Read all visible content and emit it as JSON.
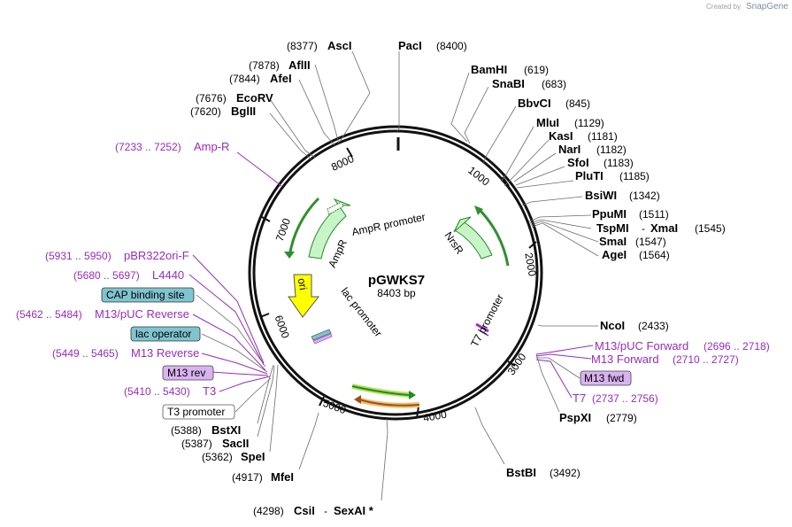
{
  "watermark": {
    "created_by": "Created by",
    "brand": "SnapGene"
  },
  "plasmid": {
    "name": "pGWKS7",
    "size_label": "8403 bp",
    "total_bp": 8403
  },
  "ticks": [
    "1000",
    "2000",
    "3000",
    "4000",
    "5000",
    "6000",
    "7000",
    "8000"
  ],
  "enzymes": {
    "asci": {
      "pos": "(8377)",
      "name": "AscI"
    },
    "paci": {
      "name": "PacI",
      "pos": "(8400)"
    },
    "bamhi": {
      "name": "BamHI",
      "pos": "(619)"
    },
    "snabi": {
      "name": "SnaBI",
      "pos": "(683)"
    },
    "bbvci": {
      "name": "BbvCI",
      "pos": "(845)"
    },
    "mlui": {
      "name": "MluI",
      "pos": "(1129)"
    },
    "kasi": {
      "name": "KasI",
      "pos": "(1181)"
    },
    "nari": {
      "name": "NarI",
      "pos": "(1182)"
    },
    "sfoi": {
      "name": "SfoI",
      "pos": "(1183)"
    },
    "pluti": {
      "name": "PluTI",
      "pos": "(1185)"
    },
    "bsiwi": {
      "name": "BsiWI",
      "pos": "(1342)"
    },
    "ppumi": {
      "name": "PpuMI",
      "pos": "(1511)"
    },
    "tspmi": {
      "name": "TspMI",
      "sep": "-",
      "name2": "XmaI",
      "pos": "(1545)"
    },
    "smai": {
      "name": "SmaI",
      "pos": "(1547)"
    },
    "agei": {
      "name": "AgeI",
      "pos": "(1564)"
    },
    "ncoi": {
      "name": "NcoI",
      "pos": "(2433)"
    },
    "pspxi": {
      "name": "PspXI",
      "pos": "(2779)"
    },
    "bstbi": {
      "name": "BstBI",
      "pos": "(3492)"
    },
    "csii": {
      "pos": "(4298)",
      "name": "CsiI",
      "sep": "-",
      "name2": "SexAI *"
    },
    "mfei": {
      "pos": "(4917)",
      "name": "MfeI"
    },
    "spei": {
      "pos": "(5362)",
      "name": "SpeI"
    },
    "sacii": {
      "pos": "(5387)",
      "name": "SacII"
    },
    "bstxi": {
      "pos": "(5388)",
      "name": "BstXI"
    },
    "bglii": {
      "pos": "(7620)",
      "name": "BglII"
    },
    "ecorv": {
      "pos": "(7676)",
      "name": "EcoRV"
    },
    "afei": {
      "pos": "(7844)",
      "name": "AfeI"
    },
    "aflii": {
      "pos": "(7878)",
      "name": "AflII"
    }
  },
  "features": {
    "ampr_site": {
      "range": "(7233 .. 7252)",
      "name": "Amp-R"
    },
    "pbr322ori": {
      "range": "(5931 .. 5950)",
      "name": "pBR322ori-F"
    },
    "l4440": {
      "range": "(5680 .. 5697)",
      "name": "L4440"
    },
    "m13puc_rev": {
      "range": "(5462 .. 5484)",
      "name": "M13/pUC Reverse"
    },
    "m13_reverse": {
      "range": "(5449 .. 5465)",
      "name": "M13 Reverse"
    },
    "t3": {
      "range": "(5410 .. 5430)",
      "name": "T3"
    },
    "m13puc_fwd": {
      "name": "M13/pUC Forward",
      "range": "(2696 .. 2718)"
    },
    "m13_forward": {
      "name": "M13 Forward",
      "range": "(2710 .. 2727)"
    },
    "t7": {
      "name": "T7",
      "range": "(2737 .. 2756)"
    }
  },
  "boxed_labels": {
    "cap": "CAP binding site",
    "lac_operator": "lac operator",
    "m13rev": "M13 rev",
    "t3_promoter": "T3 promoter",
    "m13fwd": "M13 fwd"
  },
  "inner_labels": {
    "ampr_promoter": "AmpR promoter",
    "ampr": "AmpR",
    "nrsr": "NrsR",
    "ori": "ori",
    "lac_promoter": "lac promoter",
    "t7_promoter": "T7 promoter"
  },
  "colors": {
    "ampr": "#c8f5c8",
    "ori": "#ffff00",
    "promoter_green": "#228b22",
    "orange": "#e07a10",
    "primer": "#9a2bc0",
    "box_blue": "#7fc4d0",
    "box_purple": "#d9b3f0"
  }
}
